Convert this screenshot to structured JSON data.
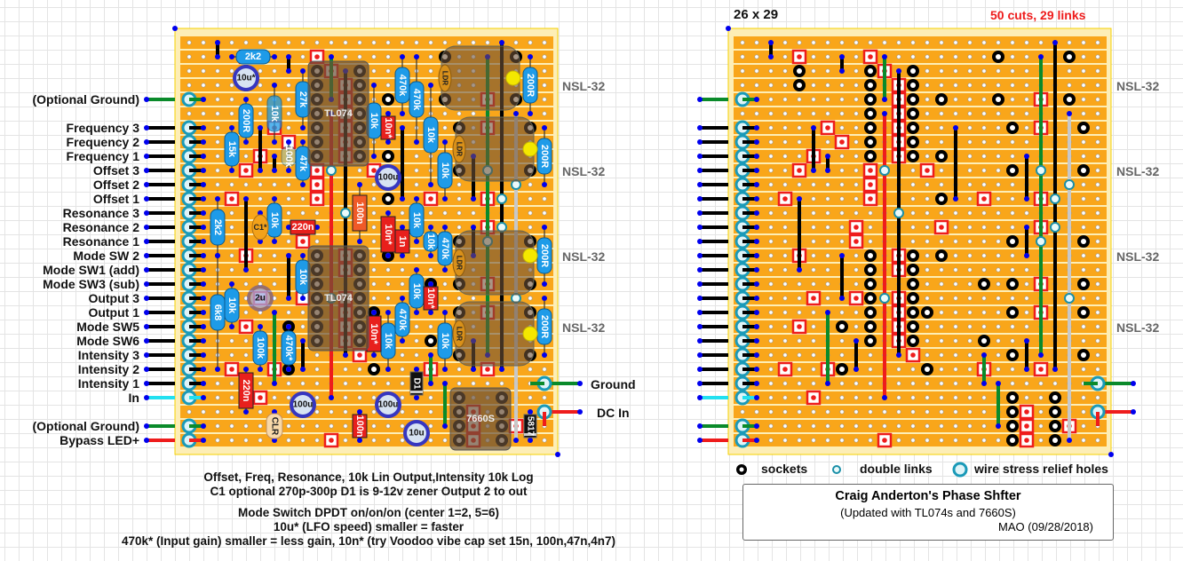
{
  "header": {
    "board_size": "26 x 29",
    "cut_link_count": "50 cuts, 29 links"
  },
  "left_labels": [
    {
      "text": "(Optional Ground)",
      "wire": "green"
    },
    {
      "text": "Frequency 3",
      "wire": "black"
    },
    {
      "text": "Frequency 2",
      "wire": "black"
    },
    {
      "text": "Frequency 1",
      "wire": "black"
    },
    {
      "text": "Offset 3",
      "wire": "black"
    },
    {
      "text": "Offset 2",
      "wire": "black"
    },
    {
      "text": "Offset 1",
      "wire": "black"
    },
    {
      "text": "Resonance 3",
      "wire": "black"
    },
    {
      "text": "Resonance 2",
      "wire": "black"
    },
    {
      "text": "Resonance 1",
      "wire": "black"
    },
    {
      "text": "Mode SW 2",
      "wire": "black"
    },
    {
      "text": "Mode SW1 (add)",
      "wire": "black"
    },
    {
      "text": "Mode SW3 (sub)",
      "wire": "black"
    },
    {
      "text": "Output 3",
      "wire": "black"
    },
    {
      "text": "Output 1",
      "wire": "black"
    },
    {
      "text": "Mode SW5",
      "wire": "black"
    },
    {
      "text": "Mode SW6",
      "wire": "black"
    },
    {
      "text": "Intensity 3",
      "wire": "black"
    },
    {
      "text": "Intensity 2",
      "wire": "black"
    },
    {
      "text": "Intensity 1",
      "wire": "black"
    },
    {
      "text": "In",
      "wire": "cyan"
    },
    {
      "text": "(Optional Ground)",
      "wire": "green"
    },
    {
      "text": "Bypass LED+",
      "wire": "red"
    }
  ],
  "right_labels": [
    {
      "text": "Ground",
      "wire": "green"
    },
    {
      "text": "DC In",
      "wire": "red"
    }
  ],
  "nsl_labels": [
    "NSL-32",
    "NSL-32",
    "NSL-32",
    "NSL-32"
  ],
  "components": [
    "2k2",
    "200R",
    "15k",
    "10k",
    "100k",
    "27k",
    "47k",
    "10k",
    "470k",
    "470k",
    "10k",
    "10k",
    "10k",
    "2k2",
    "10k",
    "10k",
    "6k8",
    "10k",
    "100k",
    "470k*",
    "10k",
    "470k",
    "10k",
    "10k",
    "10k",
    "470k",
    "200R",
    "200R",
    "200R",
    "200R",
    "10n*",
    "100n",
    "10n*",
    "220n",
    "1n",
    "10n*",
    "10n*",
    "220n",
    "100n",
    "10u*",
    "100u",
    "2u",
    "100u",
    "100u",
    "10u",
    "C1*",
    "CLR",
    "D1",
    "5817",
    "TL074",
    "TL074",
    "7660S",
    "LDR",
    "LDR",
    "LDR",
    "LDR"
  ],
  "notes": [
    "Offset, Freq, Resonance, 10k Lin  Output,Intensity 10k Log",
    "C1 optional 270p-300p    D1 is 9-12v zener     Output 2 to out",
    "Mode Switch DPDT on/on/on (center 1=2, 5=6)",
    "10u* (LFO speed) smaller = faster",
    "470k* (Input gain) smaller = less gain, 10n* (try Voodoo vibe cap set 15n, 100n,47n,4n7)"
  ],
  "legend": {
    "sockets": "sockets",
    "double_links": "double links",
    "stress_relief": "wire stress relief holes"
  },
  "title_box": {
    "title": "Craig Anderton's Phase Shfter",
    "subtitle": "(Updated with TL074s and 7660S)",
    "credit": "MAO (09/28/2018)"
  },
  "colors": {
    "strip": "#f9a61a",
    "board_edge": "#fdeeb6",
    "cut": "#ee1c1c",
    "resistor": "#1e9be8",
    "capacitor": "#e8201c",
    "link_black": "#000000",
    "link_green": "#0a8a2a",
    "link_red": "#ee1c1c",
    "link_grey": "#c8c8c8",
    "relief": "#1a9ab8"
  }
}
